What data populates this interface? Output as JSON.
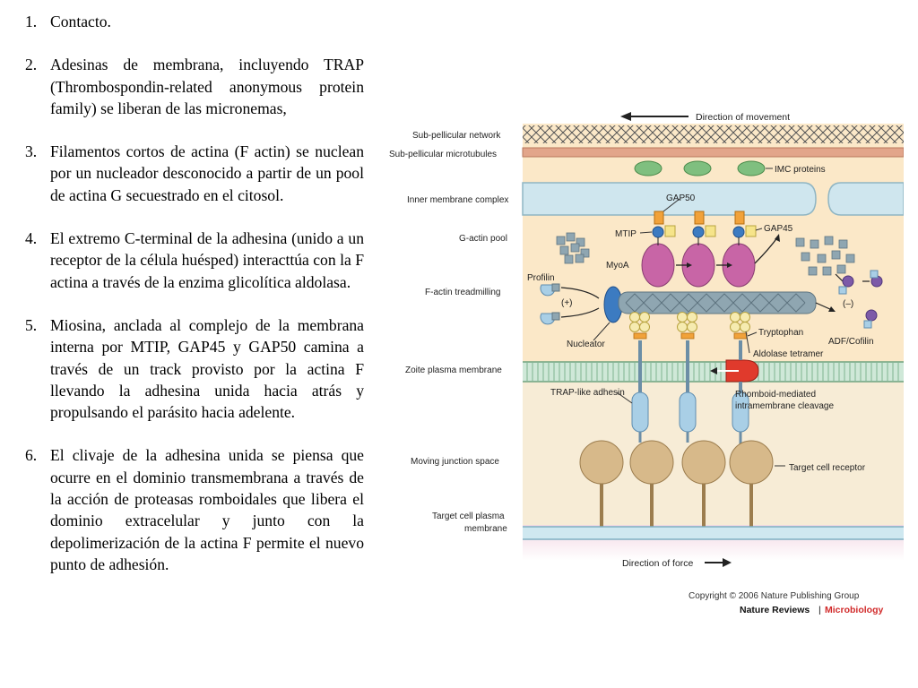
{
  "slide": {
    "items": [
      {
        "num": "1.",
        "text": "Contacto."
      },
      {
        "num": "2.",
        "text": "Adesinas de membrana, incluyendo TRAP (Thrombospondin-related anonymous protein family) se liberan de las micronemas,"
      },
      {
        "num": "3.",
        "text": "Filamentos cortos de actina (F actin) se nuclean por un nucleador desconocido a partir de un pool de actina G secuestrado en el citosol."
      },
      {
        "num": "4.",
        "text": "El extremo C-terminal de la adhesina (unido a un receptor de la célula huésped) interacttúa con la F actina a través de la enzima glicolítica aldolasa."
      },
      {
        "num": "5.",
        "text": "Miosina, anclada al complejo de la membrana interna por MTIP, GAP45 y GAP50 camina a través de un track provisto por la actina F llevando la adhesina unida hacia atrás y propulsando el parásito hacia adelente."
      },
      {
        "num": "6.",
        "text": "El clivaje de la adhesina unida se piensa que ocurre en el dominio transmembrana a través de la acción de proteasas romboidales que libera el dominio extracelular y junto con la depolimerización de la actina F permite el nuevo punto de adhesión."
      }
    ]
  },
  "diagram": {
    "direction_of_movement": "Direction of movement",
    "direction_of_force": "Direction of force",
    "left_labels": {
      "subpellicular_network": "Sub-pellicular network",
      "subpellicular_microtubules": "Sub-pellicular microtubules",
      "inner_membrane_complex": "Inner membrane complex",
      "g_actin_pool": "G-actin pool",
      "f_actin_treadmilling": "F-actin treadmilling",
      "zoite_plasma_membrane": "Zoite plasma membrane",
      "moving_junction_space": "Moving junction space",
      "target_cell_plasma": "Target cell plasma",
      "membrane": "membrane"
    },
    "inner_labels": {
      "imc_proteins": "IMC proteins",
      "gap50": "GAP50",
      "mtip": "MTIP",
      "gap45": "GAP45",
      "myoa": "MyoA",
      "profilin": "Profilin",
      "plus": "(+)",
      "minus": "(–)",
      "nucleator": "Nucleator",
      "tryptophan": "Tryptophan",
      "adf_cofilin": "ADF/Cofilin",
      "aldolase_tetramer": "Aldolase tetramer",
      "trap_like_adhesin": "TRAP-like adhesin",
      "rhomboid_1": "Rhomboid-mediated",
      "rhomboid_2": "intramembrane cleavage",
      "target_cell_receptor": "Target cell receptor"
    },
    "copyright": "Copyright © 2006 Nature Publishing Group",
    "journal_name": "Nature Reviews",
    "journal_section": "Microbiology",
    "colors": {
      "cytoplasm": "#fbe8c8",
      "imc": "#cfe6ee",
      "myosin": "#c865a6",
      "actin": "#8fa6b1",
      "adhesin": "#a9cfe6",
      "receptor": "#d7b98a",
      "rhomboid": "#e03a2c",
      "brand_red": "#d12a2a"
    }
  }
}
